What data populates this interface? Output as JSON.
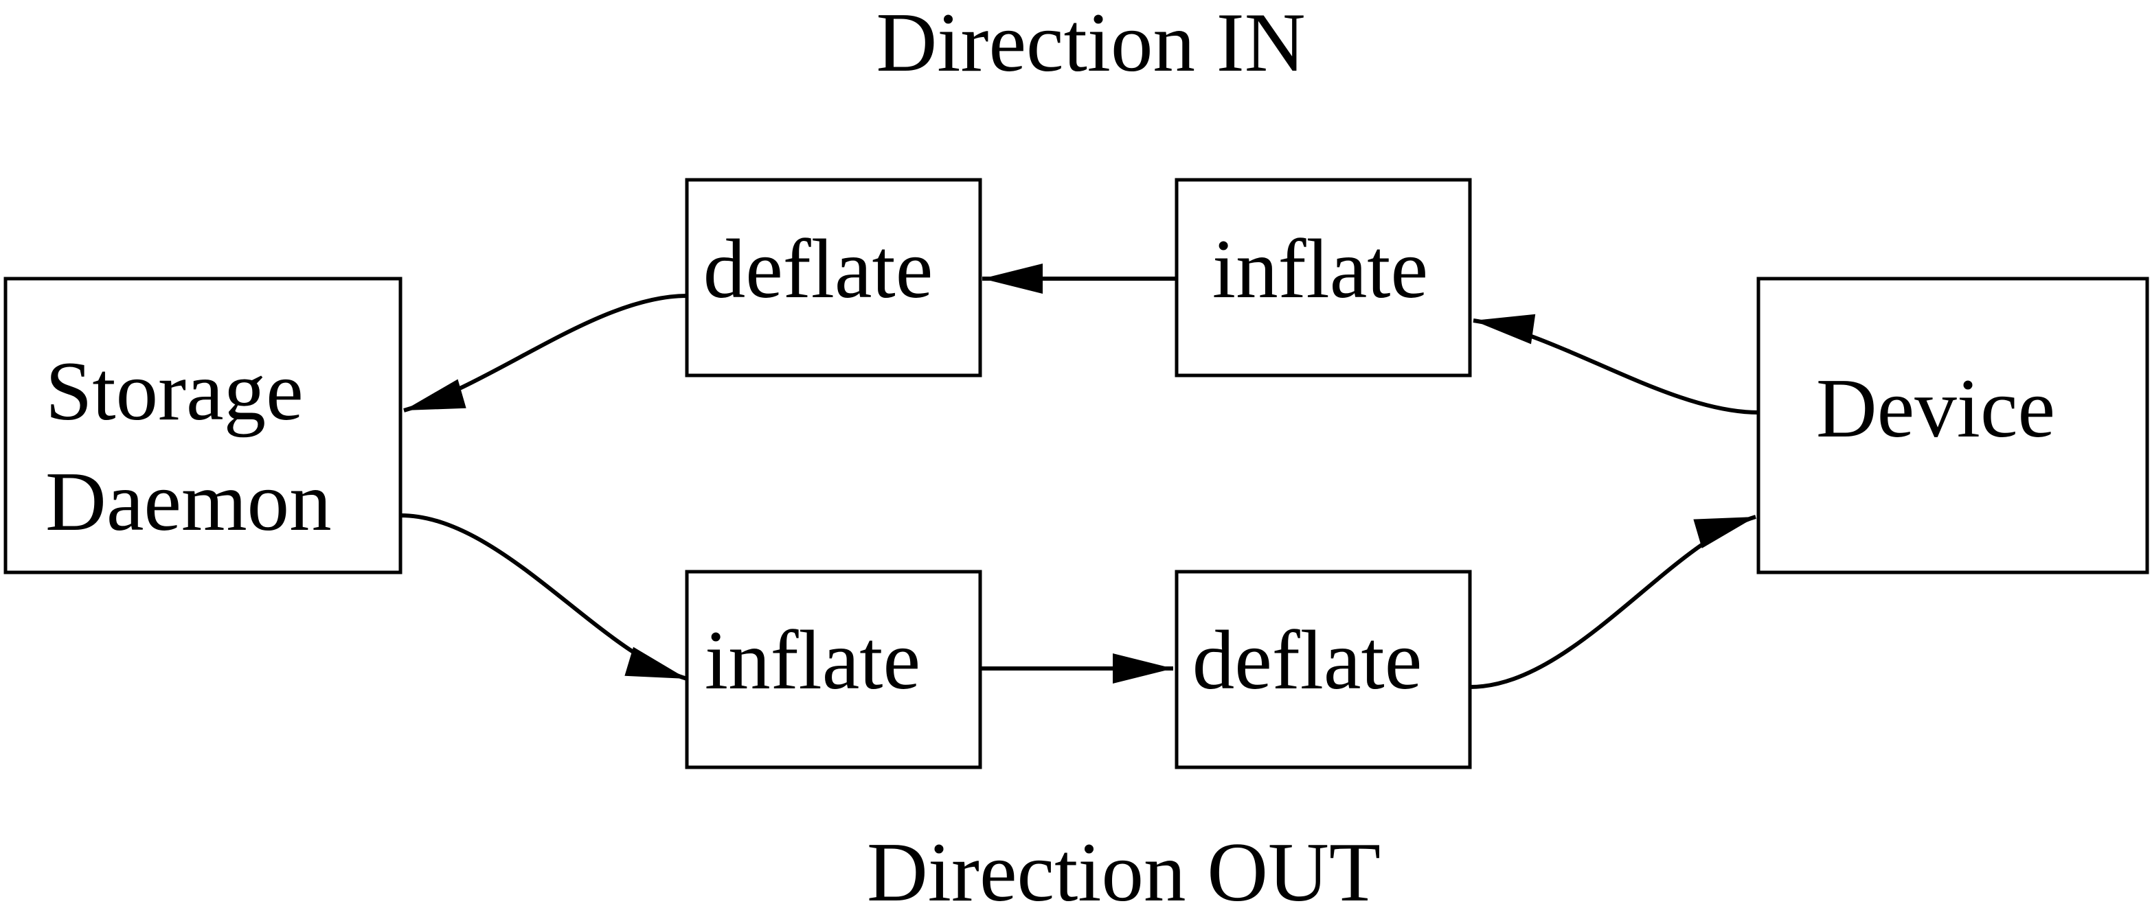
{
  "diagram": {
    "title_in": "Direction IN",
    "title_out": "Direction OUT",
    "colors": {
      "ink": "#000000",
      "paper": "#ffffff"
    },
    "nodes": {
      "storage": {
        "line1": "Storage",
        "line2": "Daemon"
      },
      "device": {
        "label": "Device"
      },
      "deflate_in": {
        "label": "deflate"
      },
      "inflate_in": {
        "label": "inflate"
      },
      "inflate_out": {
        "label": "inflate"
      },
      "deflate_out": {
        "label": "deflate"
      }
    },
    "edges": [
      {
        "id": "in-1",
        "from": "Device",
        "to": "inflate (IN row)",
        "direction": "IN"
      },
      {
        "id": "in-2",
        "from": "inflate (IN row)",
        "to": "deflate (IN row)",
        "direction": "IN"
      },
      {
        "id": "in-3",
        "from": "deflate (IN row)",
        "to": "Storage Daemon",
        "direction": "IN"
      },
      {
        "id": "out-1",
        "from": "Storage Daemon",
        "to": "inflate (OUT row)",
        "direction": "OUT"
      },
      {
        "id": "out-2",
        "from": "inflate (OUT row)",
        "to": "deflate (OUT row)",
        "direction": "OUT"
      },
      {
        "id": "out-3",
        "from": "deflate (OUT row)",
        "to": "Device",
        "direction": "OUT"
      }
    ]
  }
}
